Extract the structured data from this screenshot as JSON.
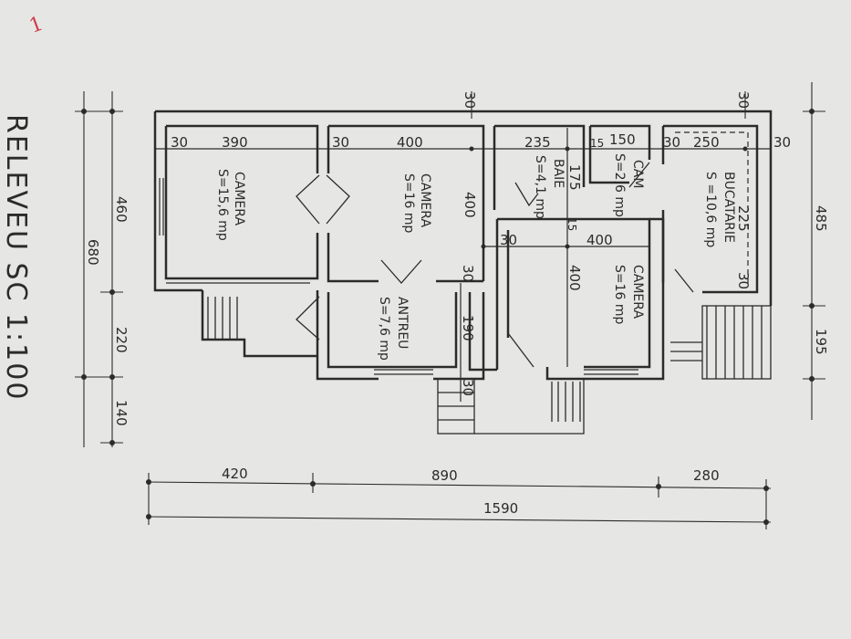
{
  "corner_mark": "1",
  "title": "RELEVEU   SC 1:100",
  "rooms": {
    "camera_1": {
      "name": "CAMERA",
      "area": "S=15,6 mp"
    },
    "camera_2": {
      "name": "CAMERA",
      "area": "S=16 mp"
    },
    "baie": {
      "name": "BAIE",
      "area": "S=4,1 mp"
    },
    "camara": {
      "name": "CAM",
      "area": "S=2,6 mp"
    },
    "bucatarie": {
      "name": "BUCATARIE",
      "area": "S =10,6 mp"
    },
    "camera_3": {
      "name": "CAMERA",
      "area": "S=16 mp"
    },
    "antreu": {
      "name": "ANTREU",
      "area": "S=7,6 mp"
    }
  },
  "dims": {
    "top_30_a": "30",
    "top_390": "390",
    "top_30_b": "30",
    "top_400": "400",
    "top_235": "235",
    "top_15": "15",
    "top_150": "150",
    "top_30_c": "30",
    "top_250": "250",
    "top_30_d": "30",
    "wall_30_top": "30",
    "wall_30_right": "30",
    "v_400_center": "400",
    "v_175": "175",
    "v_225": "225",
    "v_30_mid": "30",
    "v_190": "190",
    "v_30_bottom": "30",
    "mid_30": "30",
    "mid_15": "15",
    "mid_400": "400",
    "v_400_right": "400",
    "v_30_kitchen": "30",
    "left_460": "460",
    "left_680": "680",
    "left_220": "220",
    "left_140": "140",
    "right_485": "485",
    "right_195": "195",
    "bottom_420": "420",
    "bottom_890": "890",
    "bottom_280": "280",
    "bottom_1590": "1590"
  }
}
